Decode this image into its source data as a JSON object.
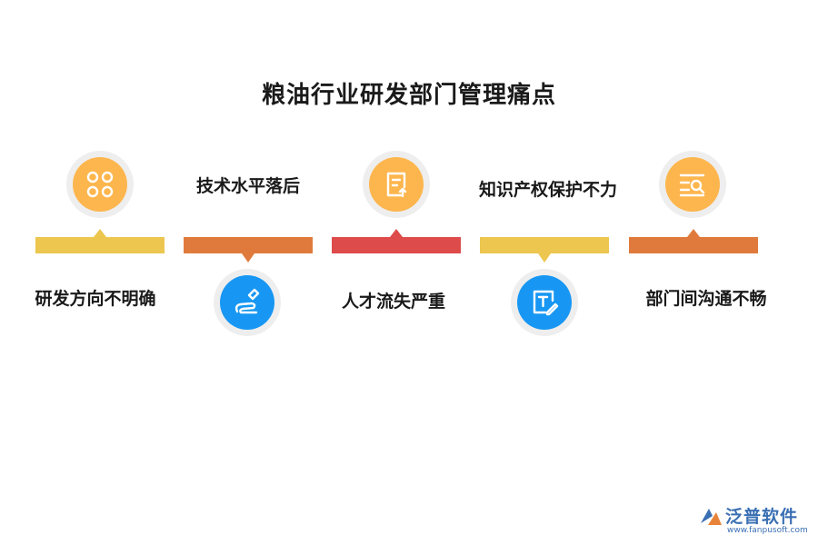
{
  "title": "粮油行业研发部门管理痛点",
  "items": [
    {
      "label": "研发方向不明确",
      "icon": "grid-icon",
      "bar_color": "#ecc64e"
    },
    {
      "label": "技术水平落后",
      "icon": "pen-icon",
      "bar_color": "#e07a3c"
    },
    {
      "label": "人才流失严重",
      "icon": "document-upload-icon",
      "bar_color": "#dd4b4b"
    },
    {
      "label": "知识产权保护不力",
      "icon": "text-edit-icon",
      "bar_color": "#ecc64e"
    },
    {
      "label": "部门间沟通不畅",
      "icon": "search-list-icon",
      "bar_color": "#e07a3c"
    }
  ],
  "colors": {
    "orange": "#fdb64e",
    "blue": "#1797f3",
    "ring": "#eeeeee"
  },
  "watermark": {
    "brand": "泛普软件",
    "url": "www.fanpusoft.com"
  }
}
